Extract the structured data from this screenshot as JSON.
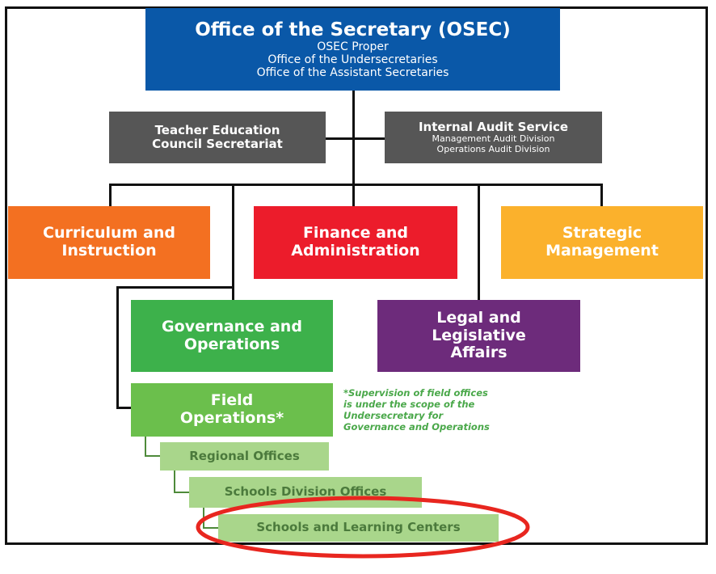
{
  "osec": {
    "title": "Office of the Secretary (OSEC)",
    "lines": [
      "OSEC Proper",
      "Office of the Undersecretaries",
      "Office of the Assistant Secretaries"
    ]
  },
  "tec": {
    "lines": [
      "Teacher Education",
      "Council Secretariat"
    ]
  },
  "ias": {
    "title": "Internal Audit Service",
    "lines": [
      "Management Audit Division",
      "Operations Audit Division"
    ]
  },
  "strands": {
    "ci": [
      "Curriculum and",
      "Instruction"
    ],
    "fa": [
      "Finance and",
      "Administration"
    ],
    "sm": [
      "Strategic",
      "Management"
    ],
    "go": [
      "Governance and",
      "Operations"
    ],
    "lla": [
      "Legal and",
      "Legislative",
      "Affairs"
    ],
    "fo": [
      "Field",
      "Operations*"
    ]
  },
  "note": [
    "*Supervision of field offices",
    "is under the scope of the",
    "Undersecretary for",
    "Governance and Operations"
  ],
  "field": {
    "regional": "Regional Offices",
    "sdo": "Schools Division Offices",
    "slc": "Schools and Learning Centers"
  },
  "colors": {
    "osec": "#0a58a8",
    "gray": "#565656",
    "ci": "#f37021",
    "fa": "#ec1c2b",
    "sm": "#fbb12c",
    "go": "#3db14b",
    "lla": "#6d2b7b",
    "fo": "#6bbf4c",
    "highlight": "#e8261f"
  }
}
